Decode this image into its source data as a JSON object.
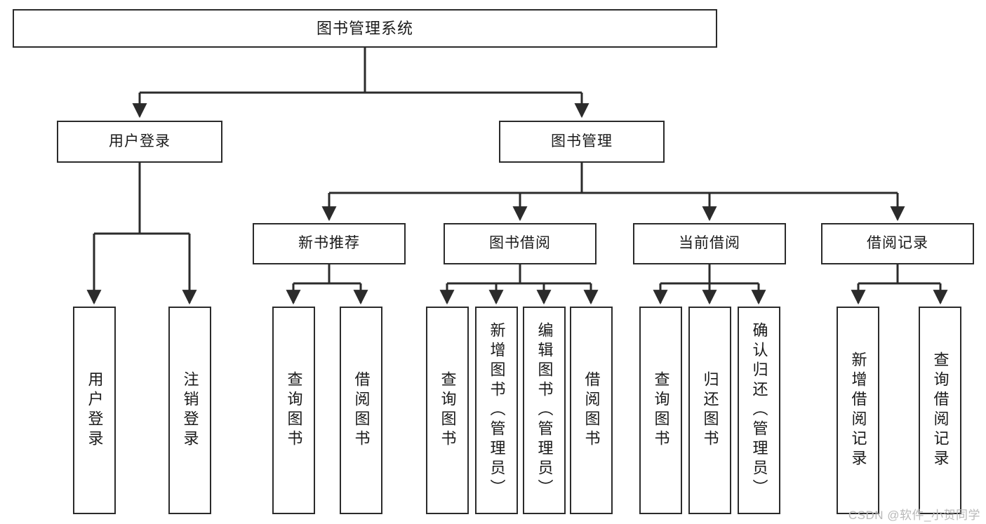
{
  "diagram": {
    "title": "图书管理系统",
    "watermark": "CSDN @软件_小贺同学",
    "line_color": "#2b2b2b",
    "box_border_color": "#2b2b2b",
    "box_fill_color": "#ffffff",
    "text_color": "#1a1a1a",
    "watermark_color": "#b9b9b9"
  },
  "nodes": {
    "root": {
      "label": "图书管理系统"
    },
    "level2": [
      {
        "label": "用户登录"
      },
      {
        "label": "图书管理"
      }
    ],
    "level3": [
      {
        "label": "新书推荐"
      },
      {
        "label": "图书借阅"
      },
      {
        "label": "当前借阅"
      },
      {
        "label": "借阅记录"
      }
    ],
    "leaves": {
      "user_login": [
        {
          "label": "用户登录"
        },
        {
          "label": "注销登录"
        }
      ],
      "new_book_recommend": [
        {
          "label": "查询图书"
        },
        {
          "label": "借阅图书"
        }
      ],
      "book_borrow": [
        {
          "label": "查询图书"
        },
        {
          "label": "新增图书（管理员）"
        },
        {
          "label": "编辑图书（管理员）"
        },
        {
          "label": "借阅图书"
        }
      ],
      "current_borrow": [
        {
          "label": "查询图书"
        },
        {
          "label": "归还图书"
        },
        {
          "label": "确认归还（管理员）"
        }
      ],
      "borrow_record": [
        {
          "label": "新增借阅记录"
        },
        {
          "label": "查询借阅记录"
        }
      ]
    }
  }
}
